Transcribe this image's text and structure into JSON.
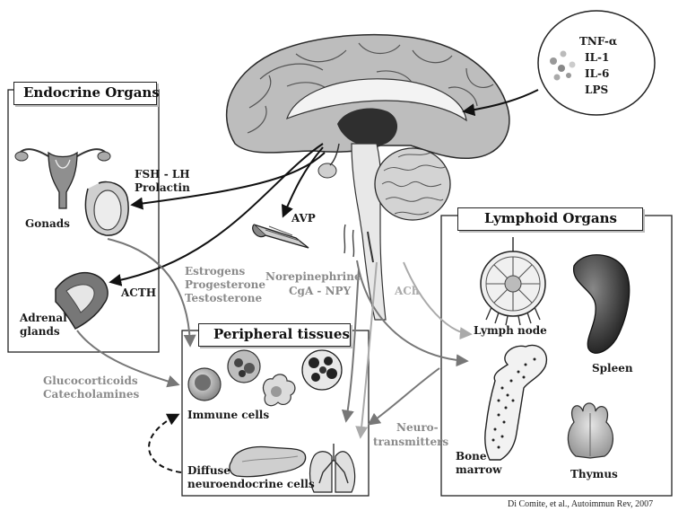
{
  "cytokines": [
    "TNF-α",
    "IL-1",
    "IL-6",
    "LPS"
  ],
  "endocrine": {
    "title": "Endocrine Organs",
    "gonads": "Gonads",
    "adrenal": [
      "Adrenal",
      "glands"
    ]
  },
  "hormones": {
    "fsh_lh": [
      "FSH - LH",
      "Prolactin"
    ],
    "avp": "AVP",
    "acth": "ACTH",
    "sex_steroids": [
      "Estrogens",
      "Progesterone",
      "Testosterone"
    ],
    "norepinephrine": [
      "Norepinephrine",
      "CgA - NPY"
    ],
    "ach": "ACh",
    "glucocorticoids": [
      "Glucocorticoids",
      "Catecholamines"
    ],
    "neurotransmitters": [
      "Neuro-",
      "transmitters"
    ]
  },
  "peripheral": {
    "title": "Peripheral tissues",
    "immune": "Immune cells",
    "diffuse": [
      "Diffuse",
      "neuroendocrine cells"
    ]
  },
  "lymphoid": {
    "title": "Lymphoid Organs",
    "lymph_node": "Lymph node",
    "spleen": "Spleen",
    "bone_marrow": [
      "Bone",
      "marrow"
    ],
    "thymus": "Thymus"
  },
  "citation": "Di Comite, et al., Autoimmun Rev, 2007"
}
